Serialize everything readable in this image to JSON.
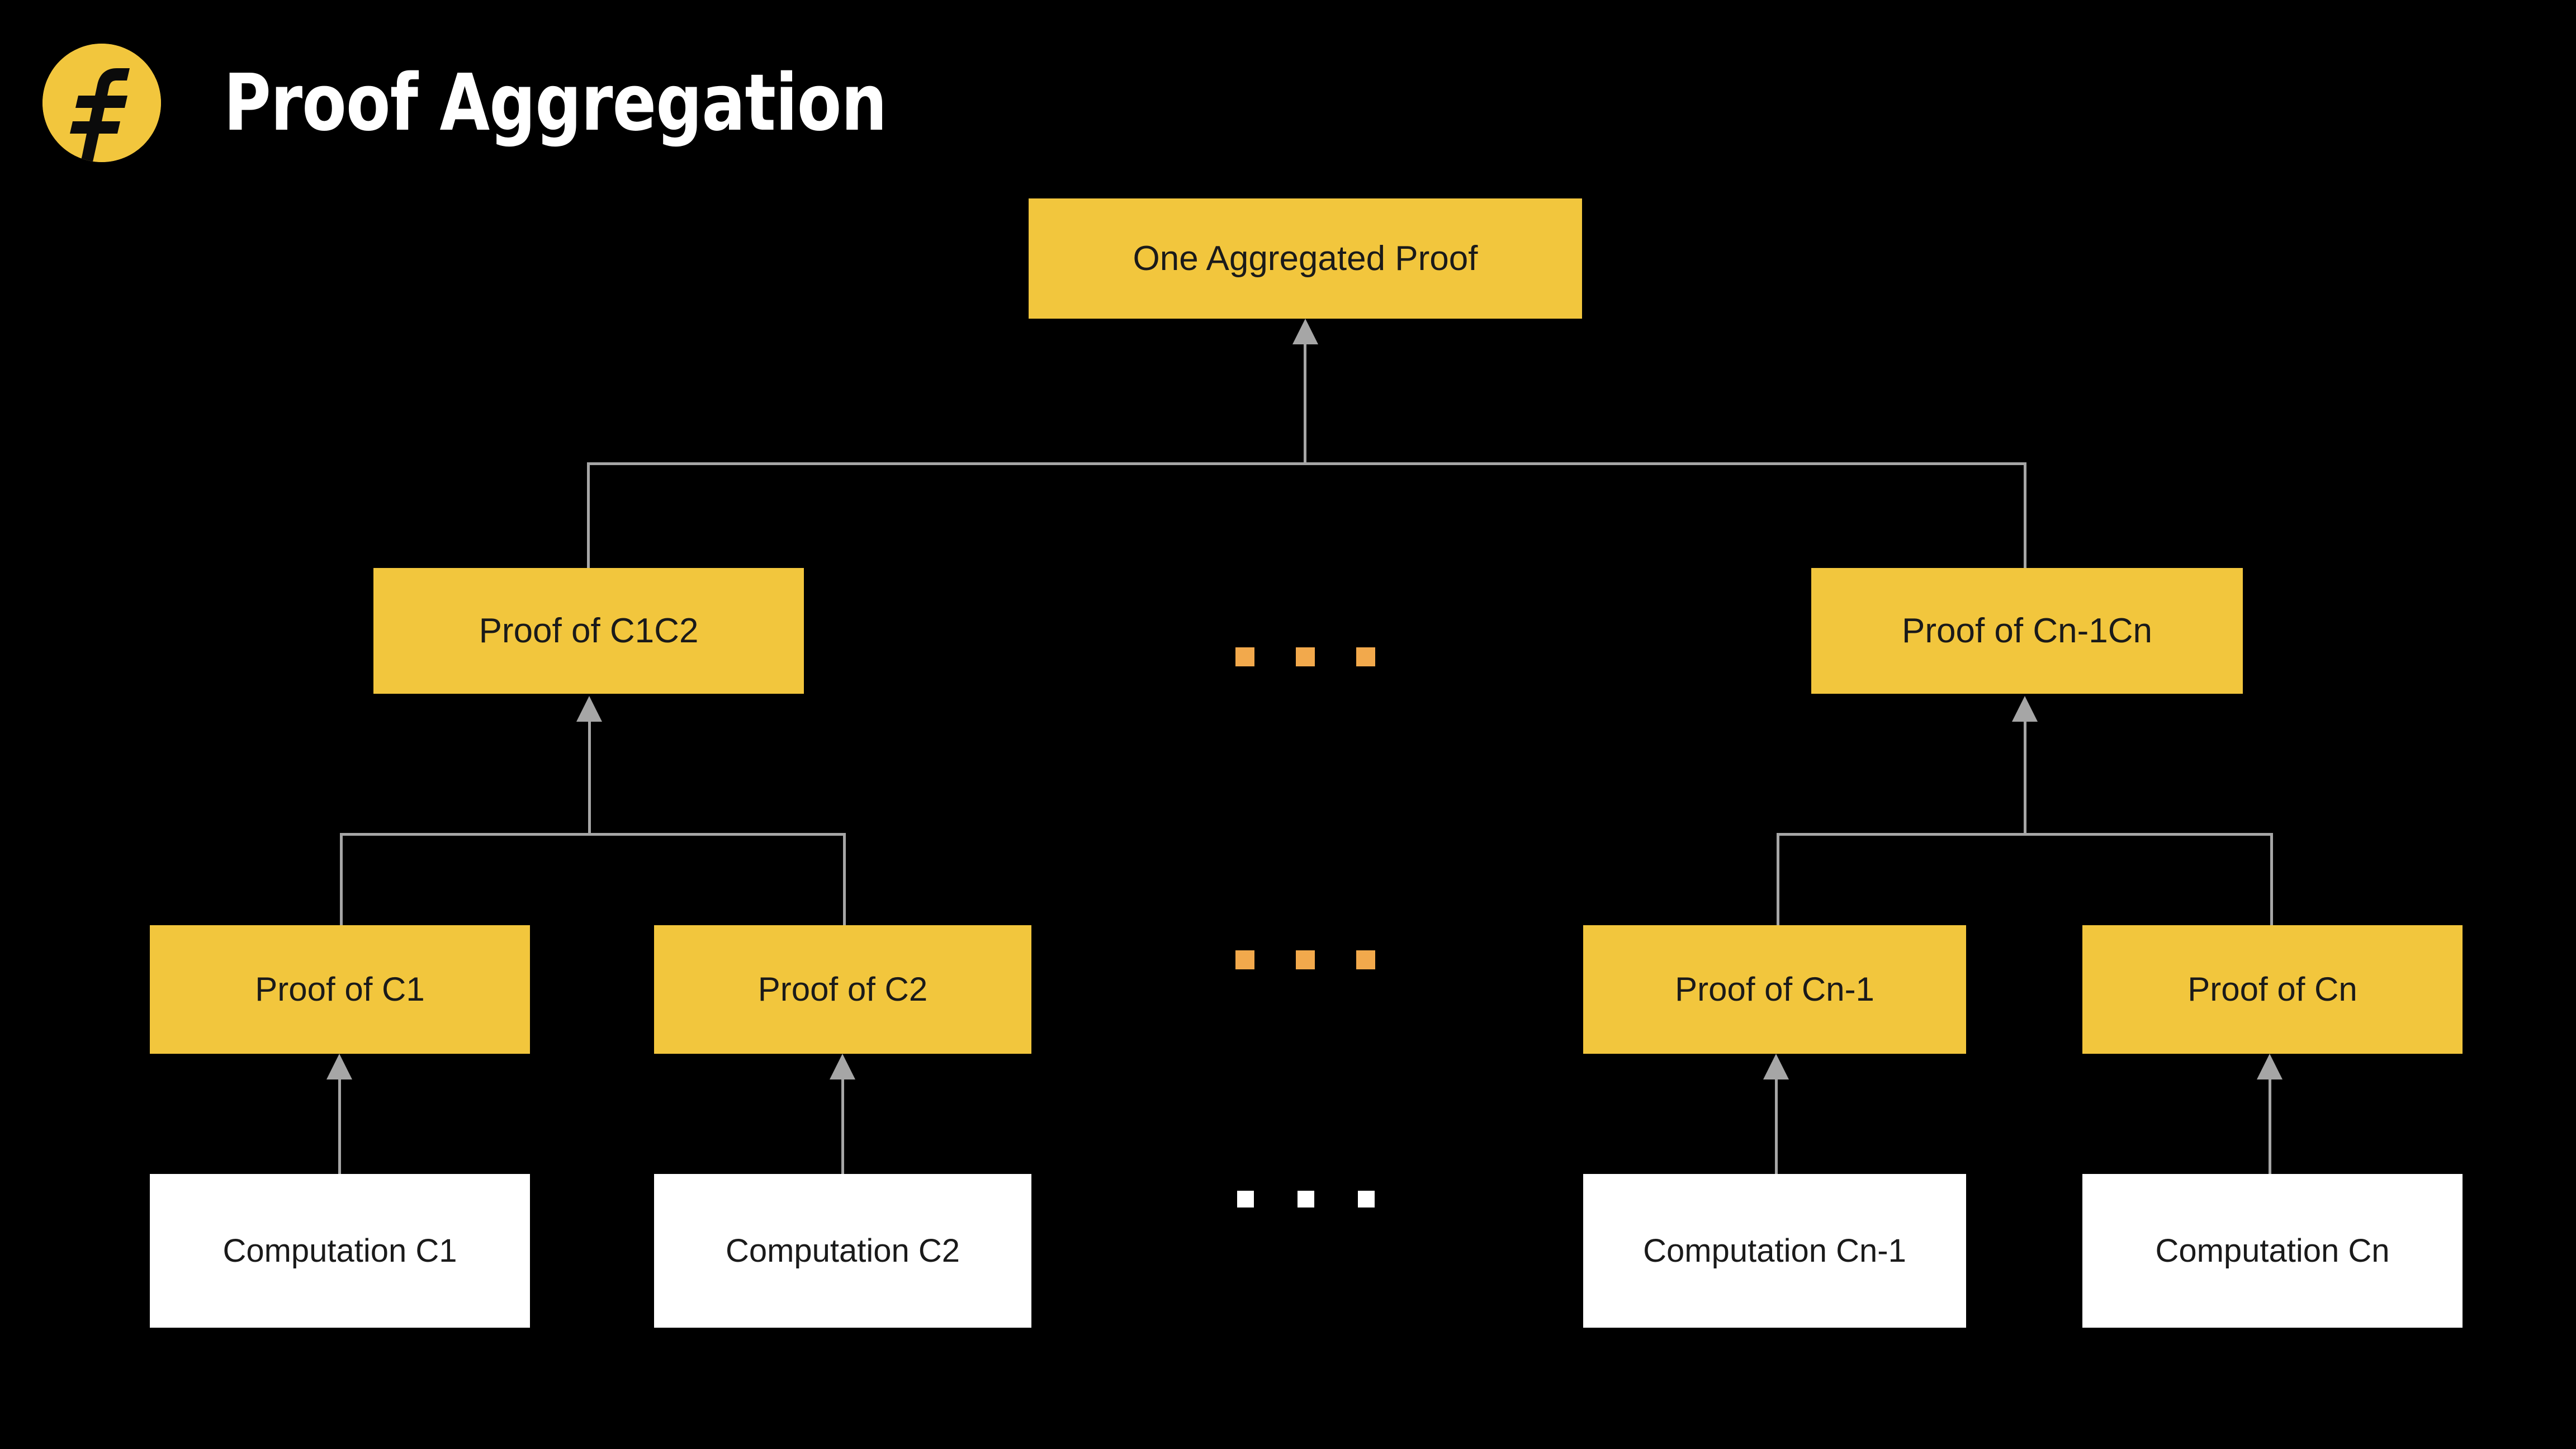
{
  "header": {
    "title": "Proof Aggregation",
    "logo_icon": "filecoin-f-logo-icon"
  },
  "colors": {
    "background": "#000000",
    "gold": "#F2C63D",
    "white": "#FFFFFF",
    "connector": "#A6A6A6",
    "dot_gold": "#F2A94C",
    "text_dark": "#1A1A1A",
    "text_light": "#FFFFFF"
  },
  "diagram": {
    "root": {
      "label": "One Aggregated Proof"
    },
    "level2": [
      {
        "label": "Proof of C1C2"
      },
      {
        "label": "Proof of Cn-1Cn"
      }
    ],
    "level3": [
      {
        "label": "Proof of C1"
      },
      {
        "label": "Proof of C2"
      },
      {
        "label": "Proof of Cn-1"
      },
      {
        "label": "Proof of Cn"
      }
    ],
    "level4": [
      {
        "label": "Computation C1"
      },
      {
        "label": "Computation C2"
      },
      {
        "label": "Computation Cn-1"
      },
      {
        "label": "Computation Cn"
      }
    ],
    "ellipsis": [
      {
        "name": "ellipsis-level2",
        "count": 3,
        "color": "gold"
      },
      {
        "name": "ellipsis-level3",
        "count": 3,
        "color": "gold"
      },
      {
        "name": "ellipsis-level4",
        "count": 3,
        "color": "white"
      }
    ]
  }
}
